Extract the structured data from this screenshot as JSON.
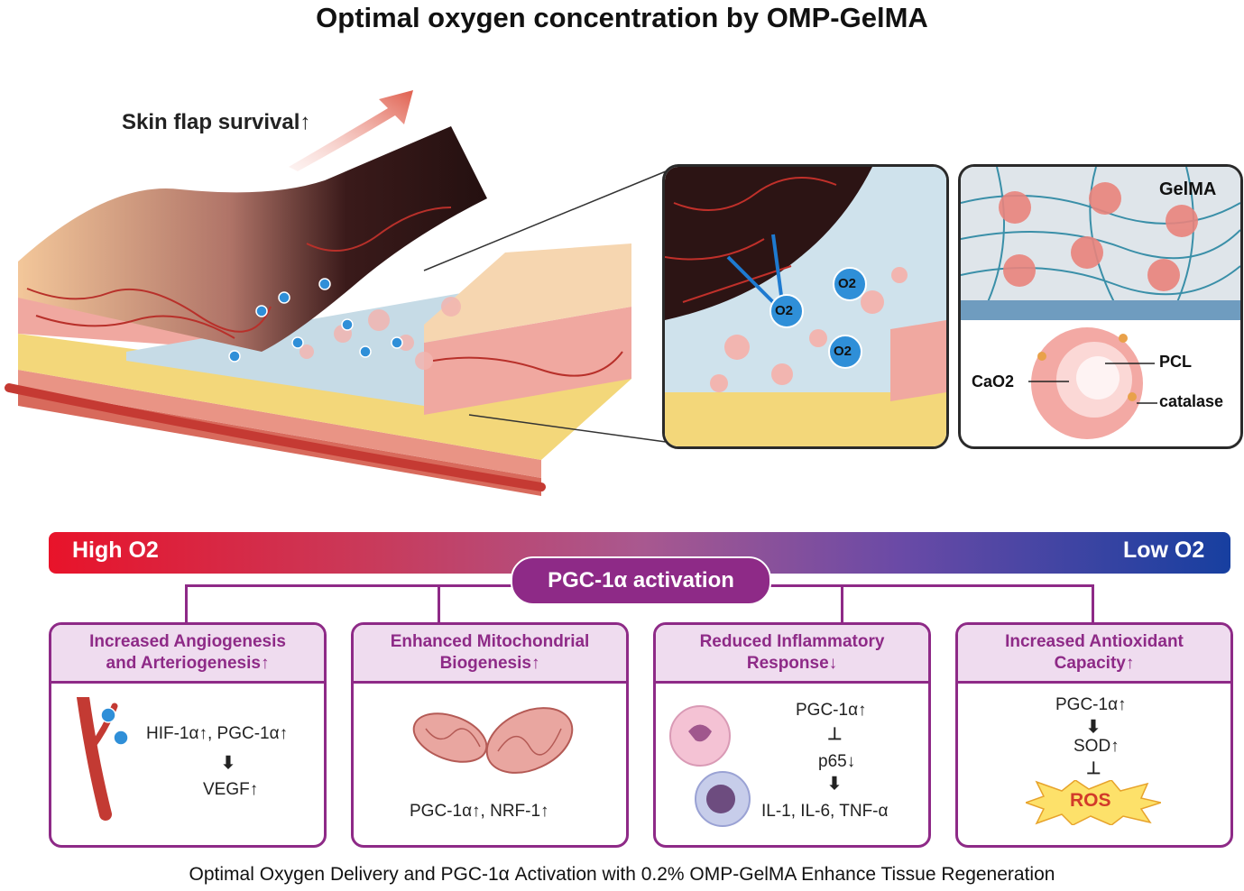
{
  "title": "Optimal oxygen concentration by OMP-GelMA",
  "skin_label": "Skin flap survival",
  "zoom_panel": {
    "o2_label": "O2"
  },
  "gelma_panel": {
    "gelma_label": "GelMA",
    "pcl_label": "PCL",
    "cao2_label": "CaO2",
    "catalase_label": "catalase"
  },
  "bar": {
    "high_label": "High O2",
    "low_label": "Low O2",
    "pgc_label": "PGC-1α activation"
  },
  "cards": [
    {
      "title_1": "Increased Angiogenesis",
      "title_2": "and Arteriogenesis",
      "line_1": "HIF-1α↑, PGC-1α↑",
      "line_2": "VEGF↑"
    },
    {
      "title_1": "Enhanced Mitochondrial",
      "title_2": "Biogenesis",
      "line_1": "PGC-1α↑, NRF-1↑"
    },
    {
      "title_1": "Reduced Inflammatory",
      "title_2": "Response",
      "line_1": "PGC-1α↑",
      "line_2": "p65↓",
      "line_3": "IL-1, IL-6, TNF-α"
    },
    {
      "title_1": "Increased Antioxidant",
      "title_2": "Capacity",
      "line_1": "PGC-1α↑",
      "line_2": "SOD↑",
      "line_3": "ROS"
    }
  ],
  "caption": "Optimal Oxygen Delivery and PGC-1α Activation with 0.2% OMP-GelMA Enhance Tissue Regeneration",
  "colors": {
    "accent": "#8e2a87",
    "high": "#e8132a",
    "low": "#173fa0"
  }
}
